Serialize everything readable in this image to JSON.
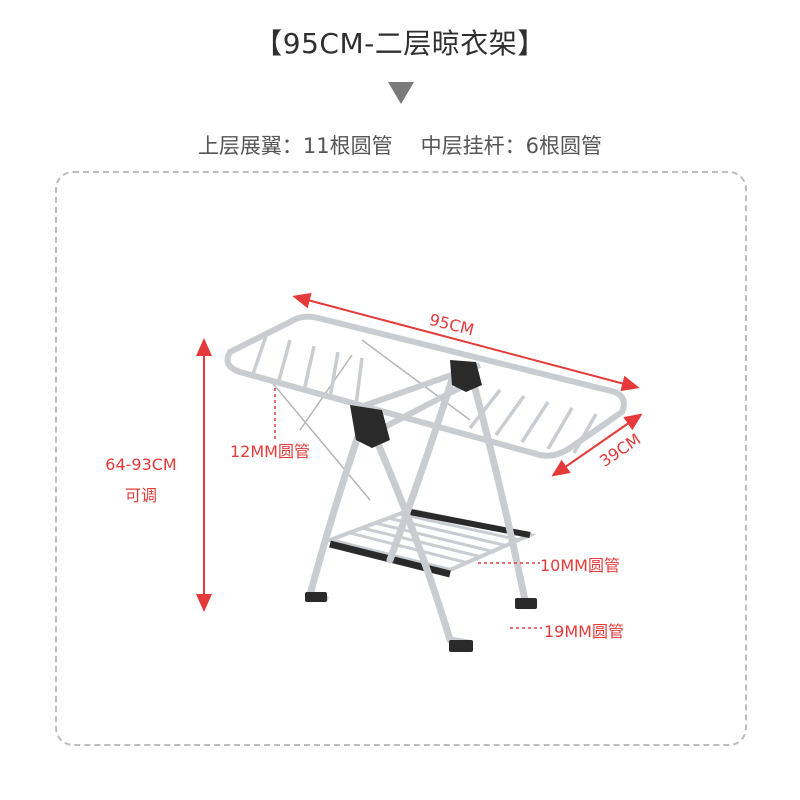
{
  "title": "【95CM-二层晾衣架】",
  "subtitle": {
    "upper": "上层展翼：11根圆管",
    "middle": "中层挂杆：6根圆管"
  },
  "dimensions": {
    "width": "95CM",
    "depth": "39CM",
    "height_line1": "64-93CM",
    "height_line2": "可调",
    "upper_tube": "12MM圆管",
    "middle_tube": "10MM圆管",
    "leg_tube": "19MM圆管"
  },
  "colors": {
    "accent": "#e53a3a",
    "metal": "#c9cdd2",
    "joint": "#2a2a2a",
    "frame": "#bdbdbd"
  }
}
